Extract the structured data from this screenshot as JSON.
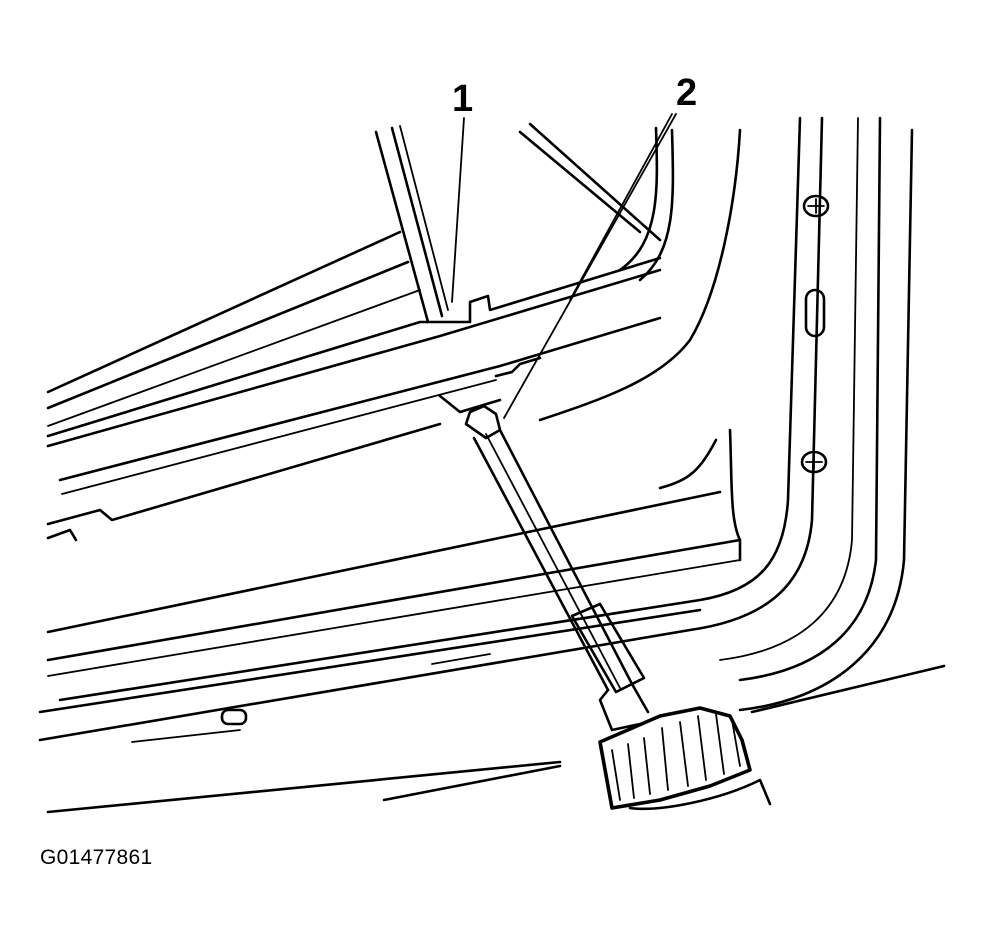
{
  "callouts": {
    "one": "1",
    "two": "2"
  },
  "figure_id": "G01477861",
  "icons": [
    "screwdriver-icon",
    "door-seal-clip",
    "door-frame",
    "screw-head"
  ]
}
